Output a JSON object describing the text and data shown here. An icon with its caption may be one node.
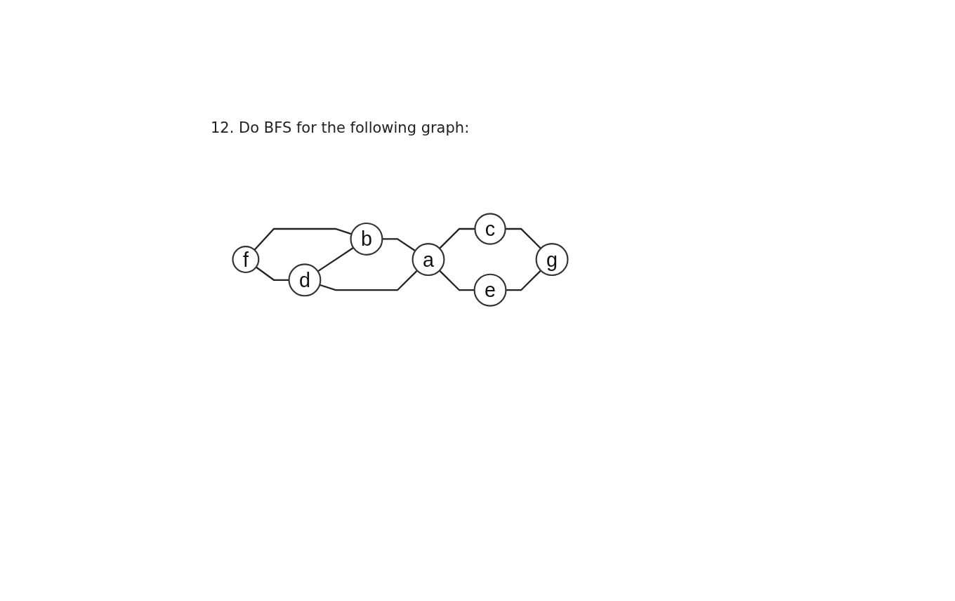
{
  "diagram": {
    "title": "12. Do BFS for the following graph:",
    "nodes": [
      {
        "text": [
          "f"
        ]
      },
      {
        "text": [
          "b"
        ]
      },
      {
        "text": [
          "c"
        ]
      },
      {
        "text": [
          "g"
        ]
      },
      {
        "text": [
          "d"
        ]
      },
      {
        "text": [
          "a"
        ]
      },
      {
        "text": [
          "e"
        ]
      }
    ],
    "edges": [
      {
        "from": 0,
        "to": 1,
        "arrow": "none"
      },
      {
        "from": 2,
        "to": 3,
        "arrow": "none"
      },
      {
        "from": 0,
        "to": 4,
        "arrow": "none"
      },
      {
        "from": 4,
        "to": 1,
        "arrow": "none"
      },
      {
        "from": 1,
        "to": 5,
        "arrow": "none"
      },
      {
        "from": 5,
        "to": 2,
        "arrow": "none"
      },
      {
        "from": 6,
        "to": 3,
        "arrow": "none"
      },
      {
        "from": 4,
        "to": 5,
        "arrow": "none"
      },
      {
        "from": 5,
        "to": 6,
        "arrow": "none"
      }
    ]
  }
}
